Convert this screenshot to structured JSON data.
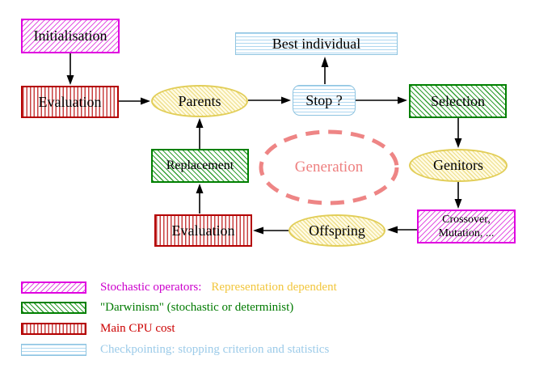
{
  "nodes": {
    "initialisation": "Initialisation",
    "evaluation_top": "Evaluation",
    "parents": "Parents",
    "best_individual": "Best individual",
    "stop": "Stop ?",
    "selection": "Selection",
    "genitors": "Genitors",
    "crossover_line1": "Crossover,",
    "crossover_line2": "Mutation, ...",
    "offspring": "Offspring",
    "evaluation_bottom": "Evaluation",
    "replacement": "Replacement",
    "generation": "Generation"
  },
  "legend": {
    "rows": [
      {
        "label": "Stochastic operators:",
        "extra": "Representation dependent"
      },
      {
        "label": "\"Darwinism\" (stochastic or determinist)",
        "extra": ""
      },
      {
        "label": "Main CPU cost",
        "extra": ""
      },
      {
        "label": "Checkpointing: stopping criterion and statistics",
        "extra": ""
      }
    ]
  },
  "colors": {
    "magenta": "#e000e0",
    "gold": "#f2c63c",
    "green": "#008000",
    "red": "#c40000",
    "light_blue": "#9ccbe9",
    "salmon": "#ee8080",
    "yellow": "#e2ce58"
  }
}
